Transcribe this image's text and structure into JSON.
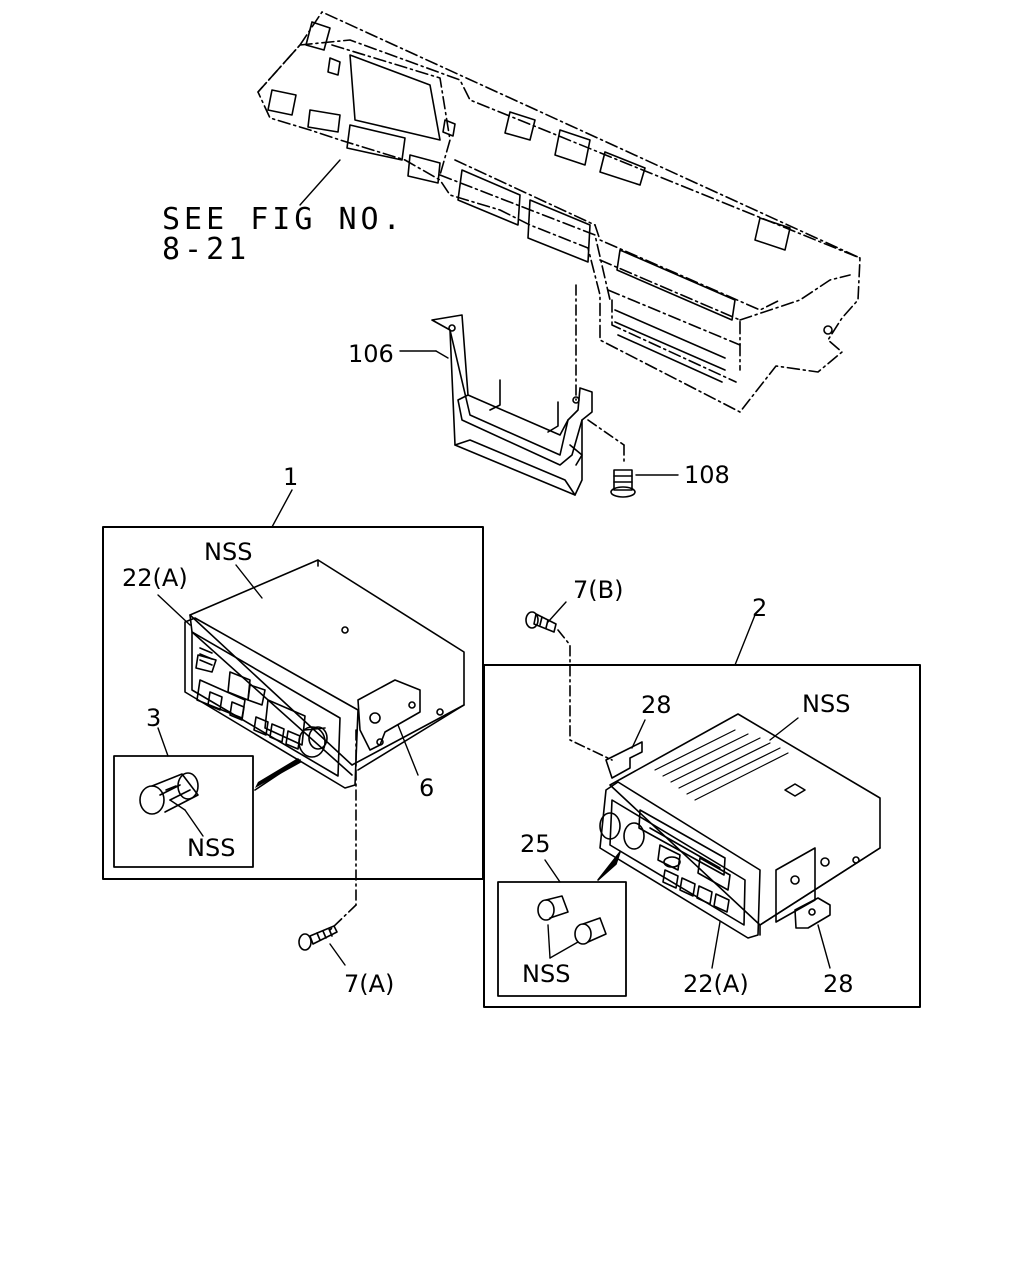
{
  "reference_note": {
    "line1": "SEE FIG NO.",
    "line2": "8-21"
  },
  "callouts": {
    "c106": "106",
    "c108": "108",
    "c1": "1",
    "c2": "2",
    "c3": "3",
    "c6": "6",
    "c25": "25",
    "c28_top": "28",
    "c28_bottom": "28",
    "c22a_left": "22(A)",
    "c22a_right": "22(A)",
    "c7a": "7(A)",
    "c7b": "7(B)",
    "nss_left_top": "NSS",
    "nss_left_knobs": "NSS",
    "nss_right_top": "NSS",
    "nss_right_knobs": "NSS"
  },
  "colors": {
    "line": "#000000",
    "background": "#ffffff"
  }
}
